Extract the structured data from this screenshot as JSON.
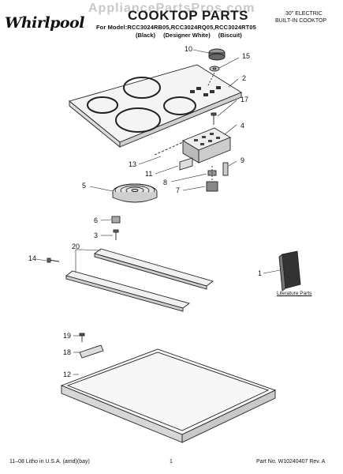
{
  "header": {
    "brand": "Whirlpool",
    "watermark": "AppliancePartsPros.com",
    "title": "COOKTOP PARTS",
    "models": "For Model:RCC3024RB05,RCC3024RQ05,RCC3024RT05",
    "colors": [
      "(Black)",
      "(Designer White)",
      "(Biscuit)"
    ],
    "type_line1": "30\" ELECTRIC",
    "type_line2": "BUILT-IN COOKTOP"
  },
  "callouts": [
    "10",
    "15",
    "2",
    "17",
    "4",
    "13",
    "11",
    "9",
    "8",
    "7",
    "5",
    "6",
    "3",
    "14",
    "20",
    "1",
    "19",
    "18",
    "12"
  ],
  "literature_label": "Literature Parts",
  "footer": {
    "left": "11–08 Litho in U.S.A. (amd)(bay)",
    "page": "1",
    "right": "Part No. W10240407 Rev. A"
  }
}
